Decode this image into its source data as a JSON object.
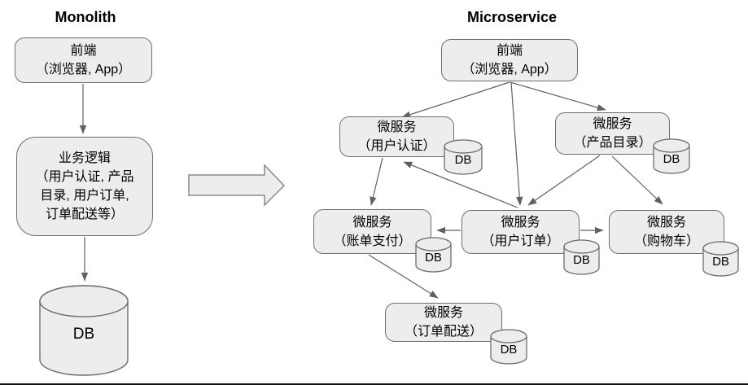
{
  "left": {
    "title": "Monolith",
    "frontend_label": "前端\n（浏览器, App）",
    "logic_label": "业务逻辑\n（用户认证, 产品\n目录, 用户订单,\n订单配送等）",
    "db_label": "DB"
  },
  "right": {
    "title": "Microservice",
    "frontend_label": "前端\n（浏览器, App）",
    "services": [
      {
        "name": "auth",
        "label": "微服务\n（用户认证）",
        "db_label": "DB"
      },
      {
        "name": "catalog",
        "label": "微服务\n（产品目录）",
        "db_label": "DB"
      },
      {
        "name": "billing",
        "label": "微服务\n（账单支付）",
        "db_label": "DB"
      },
      {
        "name": "orders",
        "label": "微服务\n（用户订单）",
        "db_label": "DB"
      },
      {
        "name": "cart",
        "label": "微服务\n（购物车）",
        "db_label": "DB"
      },
      {
        "name": "delivery",
        "label": "微服务\n（订单配送）",
        "db_label": "DB"
      }
    ]
  },
  "colors": {
    "box_fill": "#ededed",
    "box_border": "#6e6e6e",
    "connector": "#606060",
    "text": "#000000",
    "background": "#ffffff"
  }
}
